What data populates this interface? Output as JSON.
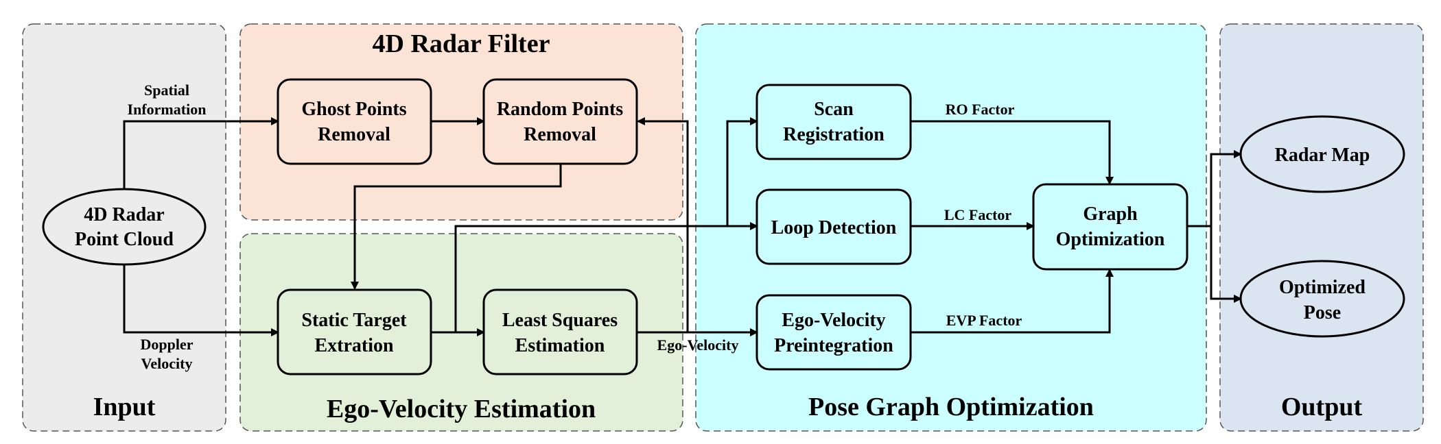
{
  "groups": {
    "input": {
      "title": "Input",
      "fill": "#ececec"
    },
    "radar_filter": {
      "title": "4D Radar Filter",
      "fill": "#fbe4d5"
    },
    "ego_velocity": {
      "title": "Ego-Velocity Estimation",
      "fill": "#e2efd9"
    },
    "pose_graph": {
      "title": "Pose Graph Optimization",
      "fill": "#ccffff"
    },
    "output": {
      "title": "Output",
      "fill": "#dbe5f1"
    }
  },
  "nodes": {
    "point_cloud": {
      "line1": "4D Radar",
      "line2": "Point Cloud"
    },
    "ghost_removal": {
      "line1": "Ghost Points",
      "line2": "Removal"
    },
    "random_removal": {
      "line1": "Random Points",
      "line2": "Removal"
    },
    "static_target": {
      "line1": "Static Target",
      "line2": "Extration"
    },
    "least_squares": {
      "line1": "Least Squares",
      "line2": "Estimation"
    },
    "scan_registration": {
      "line1": "Scan",
      "line2": "Registration"
    },
    "loop_detection": {
      "line1": "Loop Detection"
    },
    "ego_preintegration": {
      "line1": "Ego-Velocity",
      "line2": "Preintegration"
    },
    "graph_optimization": {
      "line1": "Graph",
      "line2": "Optimization"
    },
    "radar_map": {
      "line1": "Radar Map"
    },
    "optimized_pose": {
      "line1": "Optimized",
      "line2": "Pose"
    }
  },
  "edge_labels": {
    "spatial": {
      "line1": "Spatial",
      "line2": "Information"
    },
    "doppler": {
      "line1": "Doppler",
      "line2": "Velocity"
    },
    "ego_velocity": "Ego-Velocity",
    "ro_factor": "RO Factor",
    "lc_factor": "LC Factor",
    "evp_factor": "EVP Factor"
  }
}
